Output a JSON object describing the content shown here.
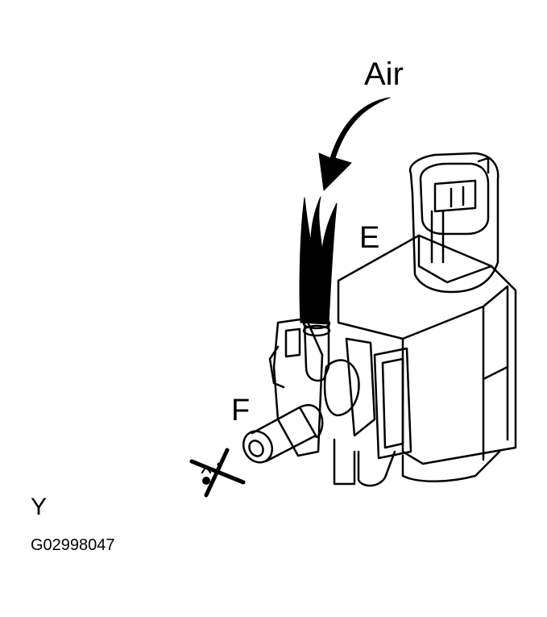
{
  "diagram": {
    "labels": {
      "air": "Air",
      "port_e": "E",
      "port_f": "F",
      "corner_mark": "Y",
      "figure_code": "G02998047"
    },
    "colors": {
      "line": "#000000",
      "background": "#ffffff"
    },
    "icons": [
      "curved-arrow-icon",
      "airflow-streams-icon",
      "no-flow-x-icon"
    ]
  }
}
